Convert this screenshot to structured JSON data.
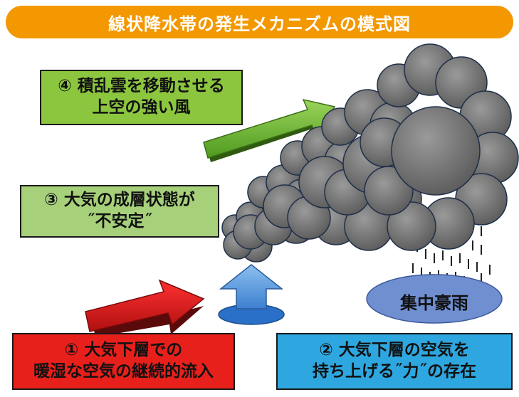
{
  "title": "線状降水帯の発生メカニズムの模式図",
  "factor4": {
    "line1": "④ 積乱雲を移動させる",
    "line2": "上空の強い風"
  },
  "factor3": {
    "line1": "③ 大気の成層状態が",
    "line2": "˝不安定˝"
  },
  "factor1": {
    "line1": "① 大気下層での",
    "line2": "暖湿な空気の継続的流入"
  },
  "factor2": {
    "line1": "② 大気下層の空気を",
    "line2": "持ち上げる˝力˝の存在"
  },
  "heavy_rain_label": "集中豪雨",
  "colors": {
    "title_bar": "#f39800",
    "factor4": "#8cc63f",
    "factor3": "#a6d07a",
    "factor1": "#e8201c",
    "factor2": "#2ea7e0",
    "cloud": "#7a7a7a",
    "heavy_rain_ellipse": "#6f8fd0",
    "lift_arrow": "#6aa6e0",
    "inflow_arrow": "#e02020",
    "upper_wind_arrow": "#7cc242"
  }
}
